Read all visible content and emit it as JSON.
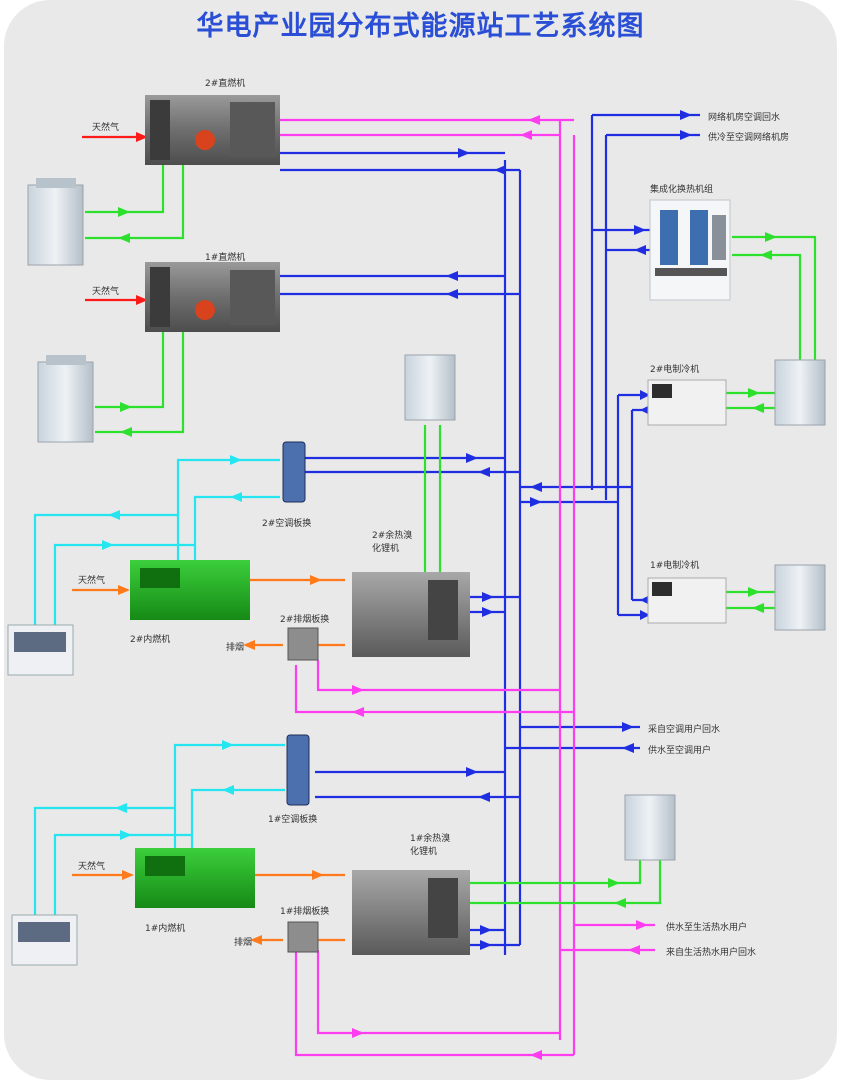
{
  "title": "华电产业园分布式能源站工艺系统图",
  "labels": {
    "boiler2": "2#直燃机",
    "boiler1": "1#直燃机",
    "gas": "天然气",
    "gas2": "天然气",
    "gas3": "天然气",
    "gas4": "天然气",
    "ac_hx2": "2#空调板换",
    "ac_hx1": "1#空调板换",
    "engine2": "2#内燃机",
    "engine1": "1#内燃机",
    "waste_heat2": "2#余热溴\n化锂机",
    "waste_heat1": "1#余热溴\n化锂机",
    "exhaust_hx2": "2#排烟板换",
    "exhaust_hx1": "1#排烟板换",
    "exhaust": "排烟",
    "exhaust_b": "排烟",
    "integrated_unit": "集成化换热机组",
    "chiller2": "2#电制冷机",
    "chiller1": "1#电制冷机",
    "out_top1": "网络机房空调回水",
    "out_top2": "供冷至空调网络机房",
    "out_mid1": "采自空调用户回水",
    "out_mid2": "供水至空调用户",
    "out_bot1": "供水至生活热水用户",
    "out_bot2": "来自生活热水用户回水"
  },
  "colors": {
    "blue": "#1f2ee0",
    "magenta": "#ff3df0",
    "green": "#2ee02e",
    "cyan": "#25e6f0",
    "orange": "#ff7a1a",
    "red": "#ff1a1a",
    "panel": "#e9e9e9",
    "title": "#2a4fd6"
  }
}
